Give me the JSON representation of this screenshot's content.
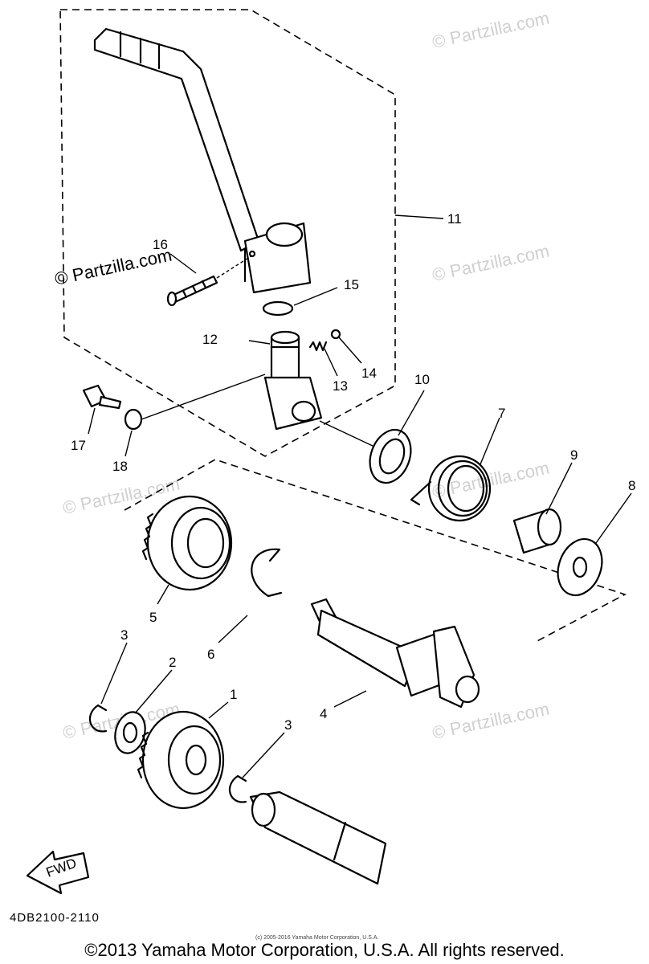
{
  "watermark": "© Partzilla.com",
  "callouts": {
    "c1": "1",
    "c2": "2",
    "c3a": "3",
    "c3b": "3",
    "c4": "4",
    "c5": "5",
    "c6": "6",
    "c7": "7",
    "c8": "8",
    "c9": "9",
    "c10": "10",
    "c11": "11",
    "c12": "12",
    "c13": "13",
    "c14": "14",
    "c15": "15",
    "c16": "16",
    "c17": "17",
    "c18": "18"
  },
  "fwd_label": "FWD",
  "diagram_code": "4DB2100-2110",
  "tiny_note": "(c) 2005-2016 Yamaha Motor Corporation, U.S.A.",
  "copyright": "©2013 Yamaha Motor Corporation, U.S.A. All rights reserved."
}
